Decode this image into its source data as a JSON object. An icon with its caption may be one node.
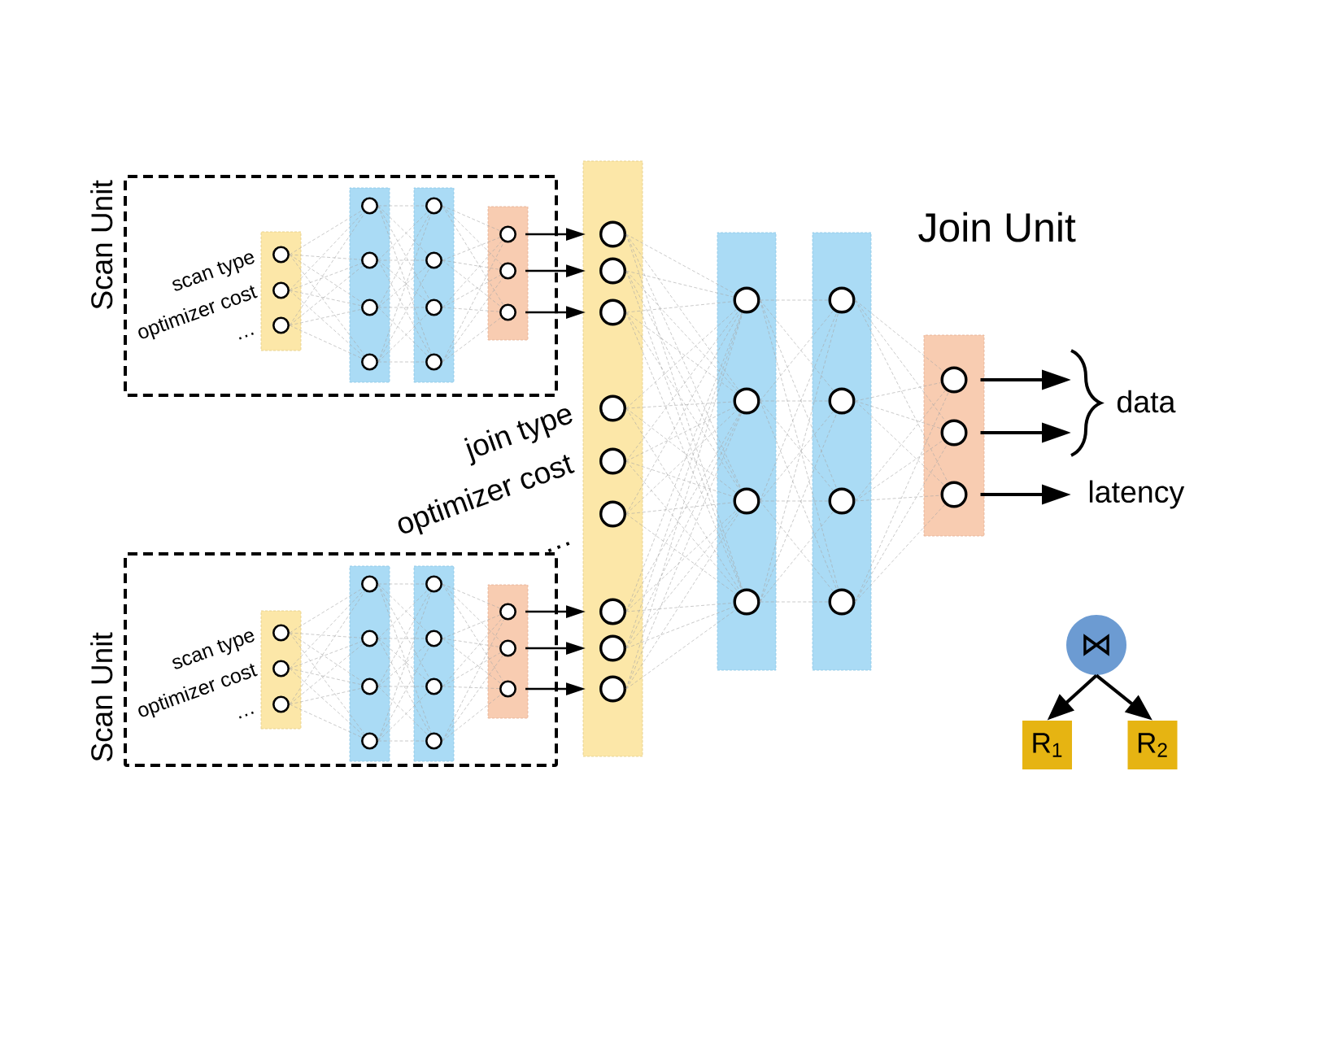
{
  "diagram": {
    "nodes": [
      {
        "text": [
          "Scan Unit"
        ]
      },
      {
        "text": [],
        "shape": "bar",
        "in": 0
      },
      {
        "text": [],
        "shape": "circle",
        "in": 1,
        "beside": [
          "scan type"
        ]
      },
      {
        "text": [],
        "shape": "circle",
        "in": 1,
        "beside": [
          "optimizer cost"
        ]
      },
      {
        "text": [],
        "shape": "circle",
        "in": 1,
        "beside": [
          "…"
        ]
      },
      {
        "text": [],
        "shape": "bar",
        "in": 0
      },
      {
        "text": [],
        "shape": "circle",
        "in": 5
      },
      {
        "text": [],
        "shape": "circle",
        "in": 5
      },
      {
        "text": [],
        "shape": "circle",
        "in": 5
      },
      {
        "text": [],
        "shape": "circle",
        "in": 5
      },
      {
        "text": [],
        "shape": "bar",
        "in": 0
      },
      {
        "text": [],
        "shape": "circle",
        "in": 10
      },
      {
        "text": [],
        "shape": "circle",
        "in": 10
      },
      {
        "text": [],
        "shape": "circle",
        "in": 10
      },
      {
        "text": [],
        "shape": "circle",
        "in": 10
      },
      {
        "text": [],
        "shape": "bar",
        "in": 0
      },
      {
        "text": [],
        "shape": "circle",
        "in": 15
      },
      {
        "text": [],
        "shape": "circle",
        "in": 15
      },
      {
        "text": [],
        "shape": "circle",
        "in": 15
      },
      {
        "text": [
          "Scan Unit"
        ]
      },
      {
        "text": [],
        "shape": "bar",
        "in": 19
      },
      {
        "text": [],
        "shape": "circle",
        "in": 20,
        "beside": [
          "scan type"
        ]
      },
      {
        "text": [],
        "shape": "circle",
        "in": 20,
        "beside": [
          "optimizer cost"
        ]
      },
      {
        "text": [],
        "shape": "circle",
        "in": 20,
        "beside": [
          "…"
        ]
      },
      {
        "text": [],
        "shape": "bar",
        "in": 19
      },
      {
        "text": [],
        "shape": "circle",
        "in": 24
      },
      {
        "text": [],
        "shape": "circle",
        "in": 24
      },
      {
        "text": [],
        "shape": "circle",
        "in": 24
      },
      {
        "text": [],
        "shape": "circle",
        "in": 24
      },
      {
        "text": [],
        "shape": "bar",
        "in": 19
      },
      {
        "text": [],
        "shape": "circle",
        "in": 29
      },
      {
        "text": [],
        "shape": "circle",
        "in": 29
      },
      {
        "text": [],
        "shape": "circle",
        "in": 29
      },
      {
        "text": [],
        "shape": "circle",
        "in": 29
      },
      {
        "text": [],
        "shape": "bar",
        "in": 19
      },
      {
        "text": [],
        "shape": "circle",
        "in": 34
      },
      {
        "text": [],
        "shape": "circle",
        "in": 34
      },
      {
        "text": [],
        "shape": "circle",
        "in": 34
      },
      {
        "text": [],
        "shape": "bar"
      },
      {
        "text": [],
        "shape": "circle",
        "in": 38
      },
      {
        "text": [],
        "shape": "circle",
        "in": 38
      },
      {
        "text": [],
        "shape": "circle",
        "in": 38
      },
      {
        "text": [],
        "shape": "circle",
        "in": 38,
        "beside": [
          "join type"
        ]
      },
      {
        "text": [],
        "shape": "circle",
        "in": 38,
        "beside": [
          "optimizer cost"
        ]
      },
      {
        "text": [],
        "shape": "circle",
        "in": 38,
        "beside": [
          "…"
        ]
      },
      {
        "text": [],
        "shape": "circle",
        "in": 38
      },
      {
        "text": [],
        "shape": "circle",
        "in": 38
      },
      {
        "text": [],
        "shape": "circle",
        "in": 38
      },
      {
        "text": [],
        "shape": "bar"
      },
      {
        "text": [],
        "shape": "circle",
        "in": 48
      },
      {
        "text": [],
        "shape": "circle",
        "in": 48
      },
      {
        "text": [],
        "shape": "circle",
        "in": 48
      },
      {
        "text": [],
        "shape": "circle",
        "in": 48
      },
      {
        "text": [],
        "shape": "bar"
      },
      {
        "text": [],
        "shape": "circle",
        "in": 53
      },
      {
        "text": [],
        "shape": "circle",
        "in": 53
      },
      {
        "text": [],
        "shape": "circle",
        "in": 53
      },
      {
        "text": [],
        "shape": "circle",
        "in": 53
      },
      {
        "text": [],
        "shape": "bar"
      },
      {
        "text": [],
        "shape": "circle",
        "in": 58
      },
      {
        "text": [],
        "shape": "circle",
        "in": 58
      },
      {
        "text": [],
        "shape": "circle",
        "in": 58
      },
      {
        "text": [
          "data"
        ]
      },
      {
        "text": [
          "latency"
        ]
      },
      {
        "text": [
          "⋈"
        ]
      },
      {
        "text": [
          "R$_{1}$"
        ]
      },
      {
        "text": [
          "R$_{2}$"
        ]
      }
    ],
    "edges": [
      {
        "from": 2,
        "to": 6,
        "arrow": "none",
        "style": "dashed",
        "color": "#a6a6a6"
      },
      {
        "from": 2,
        "to": 7,
        "arrow": "none",
        "style": "dashed",
        "color": "#a6a6a6"
      },
      {
        "from": 2,
        "to": 8,
        "arrow": "none",
        "style": "dashed",
        "color": "#a6a6a6"
      },
      {
        "from": 2,
        "to": 9,
        "arrow": "none",
        "style": "dashed",
        "color": "#a6a6a6"
      },
      {
        "from": 3,
        "to": 6,
        "arrow": "none",
        "style": "dashed",
        "color": "#a6a6a6"
      },
      {
        "from": 3,
        "to": 7,
        "arrow": "none",
        "style": "dashed",
        "color": "#a6a6a6"
      },
      {
        "from": 3,
        "to": 8,
        "arrow": "none",
        "style": "dashed",
        "color": "#a6a6a6"
      },
      {
        "from": 3,
        "to": 9,
        "arrow": "none",
        "style": "dashed",
        "color": "#a6a6a6"
      },
      {
        "from": 4,
        "to": 6,
        "arrow": "none",
        "style": "dashed",
        "color": "#a6a6a6"
      },
      {
        "from": 4,
        "to": 7,
        "arrow": "none",
        "style": "dashed",
        "color": "#a6a6a6"
      },
      {
        "from": 4,
        "to": 8,
        "arrow": "none",
        "style": "dashed",
        "color": "#a6a6a6"
      },
      {
        "from": 4,
        "to": 9,
        "arrow": "none",
        "style": "dashed",
        "color": "#a6a6a6"
      },
      {
        "from": 6,
        "to": 11,
        "arrow": "none",
        "style": "dashed",
        "color": "#a6a6a6"
      },
      {
        "from": 6,
        "to": 12,
        "arrow": "none",
        "style": "dashed",
        "color": "#a6a6a6"
      },
      {
        "from": 6,
        "to": 13,
        "arrow": "none",
        "style": "dashed",
        "color": "#a6a6a6"
      },
      {
        "from": 6,
        "to": 14,
        "arrow": "none",
        "style": "dashed",
        "color": "#a6a6a6"
      },
      {
        "from": 7,
        "to": 11,
        "arrow": "none",
        "style": "dashed",
        "color": "#a6a6a6"
      },
      {
        "from": 7,
        "to": 12,
        "arrow": "none",
        "style": "dashed",
        "color": "#a6a6a6"
      },
      {
        "from": 7,
        "to": 13,
        "arrow": "none",
        "style": "dashed",
        "color": "#a6a6a6"
      },
      {
        "from": 7,
        "to": 14,
        "arrow": "none",
        "style": "dashed",
        "color": "#a6a6a6"
      },
      {
        "from": 8,
        "to": 11,
        "arrow": "none",
        "style": "dashed",
        "color": "#a6a6a6"
      },
      {
        "from": 8,
        "to": 12,
        "arrow": "none",
        "style": "dashed",
        "color": "#a6a6a6"
      },
      {
        "from": 8,
        "to": 13,
        "arrow": "none",
        "style": "dashed",
        "color": "#a6a6a6"
      },
      {
        "from": 8,
        "to": 14,
        "arrow": "none",
        "style": "dashed",
        "color": "#a6a6a6"
      },
      {
        "from": 9,
        "to": 11,
        "arrow": "none",
        "style": "dashed",
        "color": "#a6a6a6"
      },
      {
        "from": 9,
        "to": 12,
        "arrow": "none",
        "style": "dashed",
        "color": "#a6a6a6"
      },
      {
        "from": 9,
        "to": 13,
        "arrow": "none",
        "style": "dashed",
        "color": "#a6a6a6"
      },
      {
        "from": 9,
        "to": 14,
        "arrow": "none",
        "style": "dashed",
        "color": "#a6a6a6"
      },
      {
        "from": 11,
        "to": 16,
        "arrow": "none",
        "style": "dashed",
        "color": "#a6a6a6"
      },
      {
        "from": 11,
        "to": 17,
        "arrow": "none",
        "style": "dashed",
        "color": "#a6a6a6"
      },
      {
        "from": 11,
        "to": 18,
        "arrow": "none",
        "style": "dashed",
        "color": "#a6a6a6"
      },
      {
        "from": 12,
        "to": 16,
        "arrow": "none",
        "style": "dashed",
        "color": "#a6a6a6"
      },
      {
        "from": 12,
        "to": 17,
        "arrow": "none",
        "style": "dashed",
        "color": "#a6a6a6"
      },
      {
        "from": 12,
        "to": 18,
        "arrow": "none",
        "style": "dashed",
        "color": "#a6a6a6"
      },
      {
        "from": 13,
        "to": 16,
        "arrow": "none",
        "style": "dashed",
        "color": "#a6a6a6"
      },
      {
        "from": 13,
        "to": 17,
        "arrow": "none",
        "style": "dashed",
        "color": "#a6a6a6"
      },
      {
        "from": 13,
        "to": 18,
        "arrow": "none",
        "style": "dashed",
        "color": "#a6a6a6"
      },
      {
        "from": 14,
        "to": 16,
        "arrow": "none",
        "style": "dashed",
        "color": "#a6a6a6"
      },
      {
        "from": 14,
        "to": 17,
        "arrow": "none",
        "style": "dashed",
        "color": "#a6a6a6"
      },
      {
        "from": 14,
        "to": 18,
        "arrow": "none",
        "style": "dashed",
        "color": "#a6a6a6"
      },
      {
        "from": 21,
        "to": 25,
        "arrow": "none",
        "style": "dashed",
        "color": "#a6a6a6"
      },
      {
        "from": 21,
        "to": 26,
        "arrow": "none",
        "style": "dashed",
        "color": "#a6a6a6"
      },
      {
        "from": 21,
        "to": 27,
        "arrow": "none",
        "style": "dashed",
        "color": "#a6a6a6"
      },
      {
        "from": 21,
        "to": 28,
        "arrow": "none",
        "style": "dashed",
        "color": "#a6a6a6"
      },
      {
        "from": 22,
        "to": 25,
        "arrow": "none",
        "style": "dashed",
        "color": "#a6a6a6"
      },
      {
        "from": 22,
        "to": 26,
        "arrow": "none",
        "style": "dashed",
        "color": "#a6a6a6"
      },
      {
        "from": 22,
        "to": 27,
        "arrow": "none",
        "style": "dashed",
        "color": "#a6a6a6"
      },
      {
        "from": 22,
        "to": 28,
        "arrow": "none",
        "style": "dashed",
        "color": "#a6a6a6"
      },
      {
        "from": 23,
        "to": 25,
        "arrow": "none",
        "style": "dashed",
        "color": "#a6a6a6"
      },
      {
        "from": 23,
        "to": 26,
        "arrow": "none",
        "style": "dashed",
        "color": "#a6a6a6"
      },
      {
        "from": 23,
        "to": 27,
        "arrow": "none",
        "style": "dashed",
        "color": "#a6a6a6"
      },
      {
        "from": 23,
        "to": 28,
        "arrow": "none",
        "style": "dashed",
        "color": "#a6a6a6"
      },
      {
        "from": 25,
        "to": 30,
        "arrow": "none",
        "style": "dashed",
        "color": "#a6a6a6"
      },
      {
        "from": 25,
        "to": 31,
        "arrow": "none",
        "style": "dashed",
        "color": "#a6a6a6"
      },
      {
        "from": 25,
        "to": 32,
        "arrow": "none",
        "style": "dashed",
        "color": "#a6a6a6"
      },
      {
        "from": 25,
        "to": 33,
        "arrow": "none",
        "style": "dashed",
        "color": "#a6a6a6"
      },
      {
        "from": 26,
        "to": 30,
        "arrow": "none",
        "style": "dashed",
        "color": "#a6a6a6"
      },
      {
        "from": 26,
        "to": 31,
        "arrow": "none",
        "style": "dashed",
        "color": "#a6a6a6"
      },
      {
        "from": 26,
        "to": 32,
        "arrow": "none",
        "style": "dashed",
        "color": "#a6a6a6"
      },
      {
        "from": 26,
        "to": 33,
        "arrow": "none",
        "style": "dashed",
        "color": "#a6a6a6"
      },
      {
        "from": 27,
        "to": 30,
        "arrow": "none",
        "style": "dashed",
        "color": "#a6a6a6"
      },
      {
        "from": 27,
        "to": 31,
        "arrow": "none",
        "style": "dashed",
        "color": "#a6a6a6"
      },
      {
        "from": 27,
        "to": 32,
        "arrow": "none",
        "style": "dashed",
        "color": "#a6a6a6"
      },
      {
        "from": 27,
        "to": 33,
        "arrow": "none",
        "style": "dashed",
        "color": "#a6a6a6"
      },
      {
        "from": 28,
        "to": 30,
        "arrow": "none",
        "style": "dashed",
        "color": "#a6a6a6"
      },
      {
        "from": 28,
        "to": 31,
        "arrow": "none",
        "style": "dashed",
        "color": "#a6a6a6"
      },
      {
        "from": 28,
        "to": 32,
        "arrow": "none",
        "style": "dashed",
        "color": "#a6a6a6"
      },
      {
        "from": 28,
        "to": 33,
        "arrow": "none",
        "style": "dashed",
        "color": "#a6a6a6"
      },
      {
        "from": 30,
        "to": 35,
        "arrow": "none",
        "style": "dashed",
        "color": "#a6a6a6"
      },
      {
        "from": 30,
        "to": 36,
        "arrow": "none",
        "style": "dashed",
        "color": "#a6a6a6"
      },
      {
        "from": 30,
        "to": 37,
        "arrow": "none",
        "style": "dashed",
        "color": "#a6a6a6"
      },
      {
        "from": 31,
        "to": 35,
        "arrow": "none",
        "style": "dashed",
        "color": "#a6a6a6"
      },
      {
        "from": 31,
        "to": 36,
        "arrow": "none",
        "style": "dashed",
        "color": "#a6a6a6"
      },
      {
        "from": 31,
        "to": 37,
        "arrow": "none",
        "style": "dashed",
        "color": "#a6a6a6"
      },
      {
        "from": 32,
        "to": 35,
        "arrow": "none",
        "style": "dashed",
        "color": "#a6a6a6"
      },
      {
        "from": 32,
        "to": 36,
        "arrow": "none",
        "style": "dashed",
        "color": "#a6a6a6"
      },
      {
        "from": 32,
        "to": 37,
        "arrow": "none",
        "style": "dashed",
        "color": "#a6a6a6"
      },
      {
        "from": 33,
        "to": 35,
        "arrow": "none",
        "style": "dashed",
        "color": "#a6a6a6"
      },
      {
        "from": 33,
        "to": 36,
        "arrow": "none",
        "style": "dashed",
        "color": "#a6a6a6"
      },
      {
        "from": 33,
        "to": 37,
        "arrow": "none",
        "style": "dashed",
        "color": "#a6a6a6"
      },
      {
        "from": 16,
        "to": 39,
        "arrow": "to",
        "color": "#000000"
      },
      {
        "from": 17,
        "to": 40,
        "arrow": "to",
        "color": "#000000"
      },
      {
        "from": 18,
        "to": 41,
        "arrow": "to",
        "color": "#000000"
      },
      {
        "from": 35,
        "to": 45,
        "arrow": "to",
        "color": "#000000"
      },
      {
        "from": 36,
        "to": 46,
        "arrow": "to",
        "color": "#000000"
      },
      {
        "from": 37,
        "to": 47,
        "arrow": "to",
        "color": "#000000"
      },
      {
        "from": 39,
        "to": 49,
        "arrow": "none",
        "style": "dashed",
        "color": "#a6a6a6"
      },
      {
        "from": 39,
        "to": 50,
        "arrow": "none",
        "style": "dashed",
        "color": "#a6a6a6"
      },
      {
        "from": 39,
        "to": 51,
        "arrow": "none",
        "style": "dashed",
        "color": "#a6a6a6"
      },
      {
        "from": 39,
        "to": 52,
        "arrow": "none",
        "style": "dashed",
        "color": "#a6a6a6"
      },
      {
        "from": 40,
        "to": 49,
        "arrow": "none",
        "style": "dashed",
        "color": "#a6a6a6"
      },
      {
        "from": 40,
        "to": 50,
        "arrow": "none",
        "style": "dashed",
        "color": "#a6a6a6"
      },
      {
        "from": 40,
        "to": 51,
        "arrow": "none",
        "style": "dashed",
        "color": "#a6a6a6"
      },
      {
        "from": 40,
        "to": 52,
        "arrow": "none",
        "style": "dashed",
        "color": "#a6a6a6"
      },
      {
        "from": 41,
        "to": 49,
        "arrow": "none",
        "style": "dashed",
        "color": "#a6a6a6"
      },
      {
        "from": 41,
        "to": 50,
        "arrow": "none",
        "style": "dashed",
        "color": "#a6a6a6"
      },
      {
        "from": 41,
        "to": 51,
        "arrow": "none",
        "style": "dashed",
        "color": "#a6a6a6"
      },
      {
        "from": 41,
        "to": 52,
        "arrow": "none",
        "style": "dashed",
        "color": "#a6a6a6"
      },
      {
        "from": 42,
        "to": 49,
        "arrow": "none",
        "style": "dashed",
        "color": "#a6a6a6"
      },
      {
        "from": 42,
        "to": 50,
        "arrow": "none",
        "style": "dashed",
        "color": "#a6a6a6"
      },
      {
        "from": 42,
        "to": 51,
        "arrow": "none",
        "style": "dashed",
        "color": "#a6a6a6"
      },
      {
        "from": 42,
        "to": 52,
        "arrow": "none",
        "style": "dashed",
        "color": "#a6a6a6"
      },
      {
        "from": 43,
        "to": 49,
        "arrow": "none",
        "style": "dashed",
        "color": "#a6a6a6"
      },
      {
        "from": 43,
        "to": 50,
        "arrow": "none",
        "style": "dashed",
        "color": "#a6a6a6"
      },
      {
        "from": 43,
        "to": 51,
        "arrow": "none",
        "style": "dashed",
        "color": "#a6a6a6"
      },
      {
        "from": 43,
        "to": 52,
        "arrow": "none",
        "style": "dashed",
        "color": "#a6a6a6"
      },
      {
        "from": 44,
        "to": 49,
        "arrow": "none",
        "style": "dashed",
        "color": "#a6a6a6"
      },
      {
        "from": 44,
        "to": 50,
        "arrow": "none",
        "style": "dashed",
        "color": "#a6a6a6"
      },
      {
        "from": 44,
        "to": 51,
        "arrow": "none",
        "style": "dashed",
        "color": "#a6a6a6"
      },
      {
        "from": 44,
        "to": 52,
        "arrow": "none",
        "style": "dashed",
        "color": "#a6a6a6"
      },
      {
        "from": 45,
        "to": 49,
        "arrow": "none",
        "style": "dashed",
        "color": "#a6a6a6"
      },
      {
        "from": 45,
        "to": 50,
        "arrow": "none",
        "style": "dashed",
        "color": "#a6a6a6"
      },
      {
        "from": 45,
        "to": 51,
        "arrow": "none",
        "style": "dashed",
        "color": "#a6a6a6"
      },
      {
        "from": 45,
        "to": 52,
        "arrow": "none",
        "style": "dashed",
        "color": "#a6a6a6"
      },
      {
        "from": 46,
        "to": 49,
        "arrow": "none",
        "style": "dashed",
        "color": "#a6a6a6"
      },
      {
        "from": 46,
        "to": 50,
        "arrow": "none",
        "style": "dashed",
        "color": "#a6a6a6"
      },
      {
        "from": 46,
        "to": 51,
        "arrow": "none",
        "style": "dashed",
        "color": "#a6a6a6"
      },
      {
        "from": 46,
        "to": 52,
        "arrow": "none",
        "style": "dashed",
        "color": "#a6a6a6"
      },
      {
        "from": 47,
        "to": 49,
        "arrow": "none",
        "style": "dashed",
        "color": "#a6a6a6"
      },
      {
        "from": 47,
        "to": 50,
        "arrow": "none",
        "style": "dashed",
        "color": "#a6a6a6"
      },
      {
        "from": 47,
        "to": 51,
        "arrow": "none",
        "style": "dashed",
        "color": "#a6a6a6"
      },
      {
        "from": 47,
        "to": 52,
        "arrow": "none",
        "style": "dashed",
        "color": "#a6a6a6"
      },
      {
        "from": 49,
        "to": 54,
        "arrow": "none",
        "style": "dashed",
        "color": "#a6a6a6"
      },
      {
        "from": 49,
        "to": 55,
        "arrow": "none",
        "style": "dashed",
        "color": "#a6a6a6"
      },
      {
        "from": 49,
        "to": 56,
        "arrow": "none",
        "style": "dashed",
        "color": "#a6a6a6"
      },
      {
        "from": 49,
        "to": 57,
        "arrow": "none",
        "style": "dashed",
        "color": "#a6a6a6"
      },
      {
        "from": 50,
        "to": 54,
        "arrow": "none",
        "style": "dashed",
        "color": "#a6a6a6"
      },
      {
        "from": 50,
        "to": 55,
        "arrow": "none",
        "style": "dashed",
        "color": "#a6a6a6"
      },
      {
        "from": 50,
        "to": 56,
        "arrow": "none",
        "style": "dashed",
        "color": "#a6a6a6"
      },
      {
        "from": 50,
        "to": 57,
        "arrow": "none",
        "style": "dashed",
        "color": "#a6a6a6"
      },
      {
        "from": 51,
        "to": 54,
        "arrow": "none",
        "style": "dashed",
        "color": "#a6a6a6"
      },
      {
        "from": 51,
        "to": 55,
        "arrow": "none",
        "style": "dashed",
        "color": "#a6a6a6"
      },
      {
        "from": 51,
        "to": 56,
        "arrow": "none",
        "style": "dashed",
        "color": "#a6a6a6"
      },
      {
        "from": 51,
        "to": 57,
        "arrow": "none",
        "style": "dashed",
        "color": "#a6a6a6"
      },
      {
        "from": 52,
        "to": 54,
        "arrow": "none",
        "style": "dashed",
        "color": "#a6a6a6"
      },
      {
        "from": 52,
        "to": 55,
        "arrow": "none",
        "style": "dashed",
        "color": "#a6a6a6"
      },
      {
        "from": 52,
        "to": 56,
        "arrow": "none",
        "style": "dashed",
        "color": "#a6a6a6"
      },
      {
        "from": 52,
        "to": 57,
        "arrow": "none",
        "style": "dashed",
        "color": "#a6a6a6"
      },
      {
        "from": 54,
        "to": 59,
        "arrow": "none",
        "style": "dashed",
        "color": "#a6a6a6"
      },
      {
        "from": 54,
        "to": 60,
        "arrow": "none",
        "style": "dashed",
        "color": "#a6a6a6"
      },
      {
        "from": 54,
        "to": 61,
        "arrow": "none",
        "style": "dashed",
        "color": "#a6a6a6"
      },
      {
        "from": 55,
        "to": 59,
        "arrow": "none",
        "style": "dashed",
        "color": "#a6a6a6"
      },
      {
        "from": 55,
        "to": 60,
        "arrow": "none",
        "style": "dashed",
        "color": "#a6a6a6"
      },
      {
        "from": 55,
        "to": 61,
        "arrow": "none",
        "style": "dashed",
        "color": "#a6a6a6"
      },
      {
        "from": 56,
        "to": 59,
        "arrow": "none",
        "style": "dashed",
        "color": "#a6a6a6"
      },
      {
        "from": 56,
        "to": 60,
        "arrow": "none",
        "style": "dashed",
        "color": "#a6a6a6"
      },
      {
        "from": 56,
        "to": 61,
        "arrow": "none",
        "style": "dashed",
        "color": "#a6a6a6"
      },
      {
        "from": 57,
        "to": 59,
        "arrow": "none",
        "style": "dashed",
        "color": "#a6a6a6"
      },
      {
        "from": 57,
        "to": 60,
        "arrow": "none",
        "style": "dashed",
        "color": "#a6a6a6"
      },
      {
        "from": 57,
        "to": 61,
        "arrow": "none",
        "style": "dashed",
        "color": "#a6a6a6"
      },
      {
        "from": 59,
        "to": 62,
        "arrow": "to",
        "style": "thick",
        "color": "#000000"
      },
      {
        "from": 60,
        "to": 62,
        "arrow": "to",
        "style": "thick",
        "color": "#000000"
      },
      {
        "from": 61,
        "to": 63,
        "arrow": "to",
        "style": "thick",
        "color": "#000000"
      },
      {
        "from": 64,
        "to": 65,
        "arrow": "to",
        "style": "thick",
        "color": "#000000"
      },
      {
        "from": 64,
        "to": 66,
        "arrow": "to",
        "style": "thick",
        "color": "#000000"
      }
    ],
    "labels": [
      "Join Unit"
    ]
  }
}
